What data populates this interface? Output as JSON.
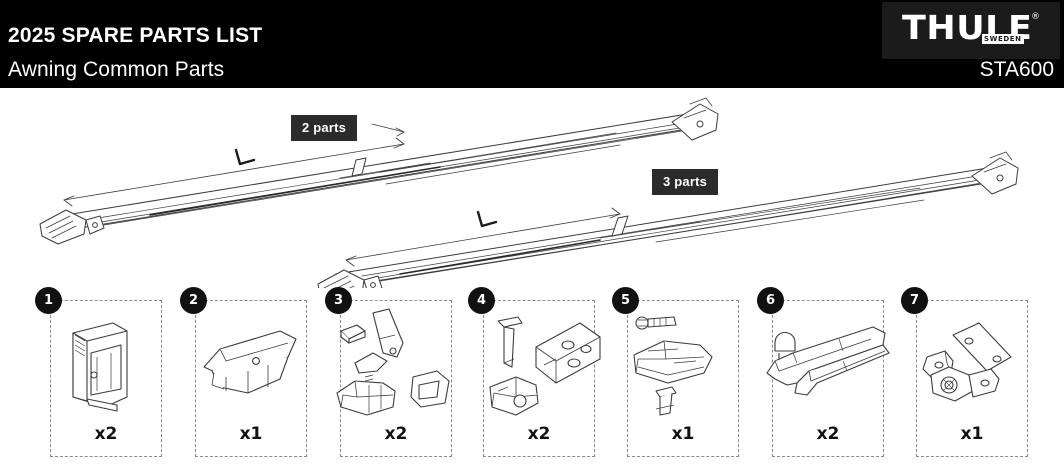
{
  "header": {
    "title": "2025 SPARE PARTS LIST",
    "subtitle": "Awning Common Parts",
    "product_code": "STA600",
    "background_color": "#000000",
    "text_color": "#ffffff"
  },
  "logo": {
    "brand": "THULE",
    "tagline": "SWEDEN",
    "trademark": "®"
  },
  "diagram": {
    "callouts": [
      {
        "label": "2 parts",
        "describes": "upper-awning-arm"
      },
      {
        "label": "3 parts",
        "describes": "lower-awning-arm"
      }
    ],
    "dimension_label": "L",
    "items": [
      {
        "name": "upper-awning-arm",
        "segments": 2
      },
      {
        "name": "lower-awning-arm",
        "segments": 3
      }
    ]
  },
  "parts": [
    {
      "number": "1",
      "quantity": "x2",
      "art": "lock-housing-bracket"
    },
    {
      "number": "2",
      "quantity": "x1",
      "art": "mounting-foot-clamp"
    },
    {
      "number": "3",
      "quantity": "x2",
      "art": "arm-joint-assembly"
    },
    {
      "number": "4",
      "quantity": "x2",
      "art": "pin-plate-bracket"
    },
    {
      "number": "5",
      "quantity": "x1",
      "art": "screw-knuckle-pin"
    },
    {
      "number": "6",
      "quantity": "x2",
      "art": "tension-rod-cap"
    },
    {
      "number": "7",
      "quantity": "x1",
      "art": "hinge-plate-set"
    }
  ],
  "style": {
    "line_color": "#3c3c3c",
    "dash_color": "#8a8a8a",
    "badge_color": "#111111",
    "callout_bg": "#2b2b2b"
  }
}
